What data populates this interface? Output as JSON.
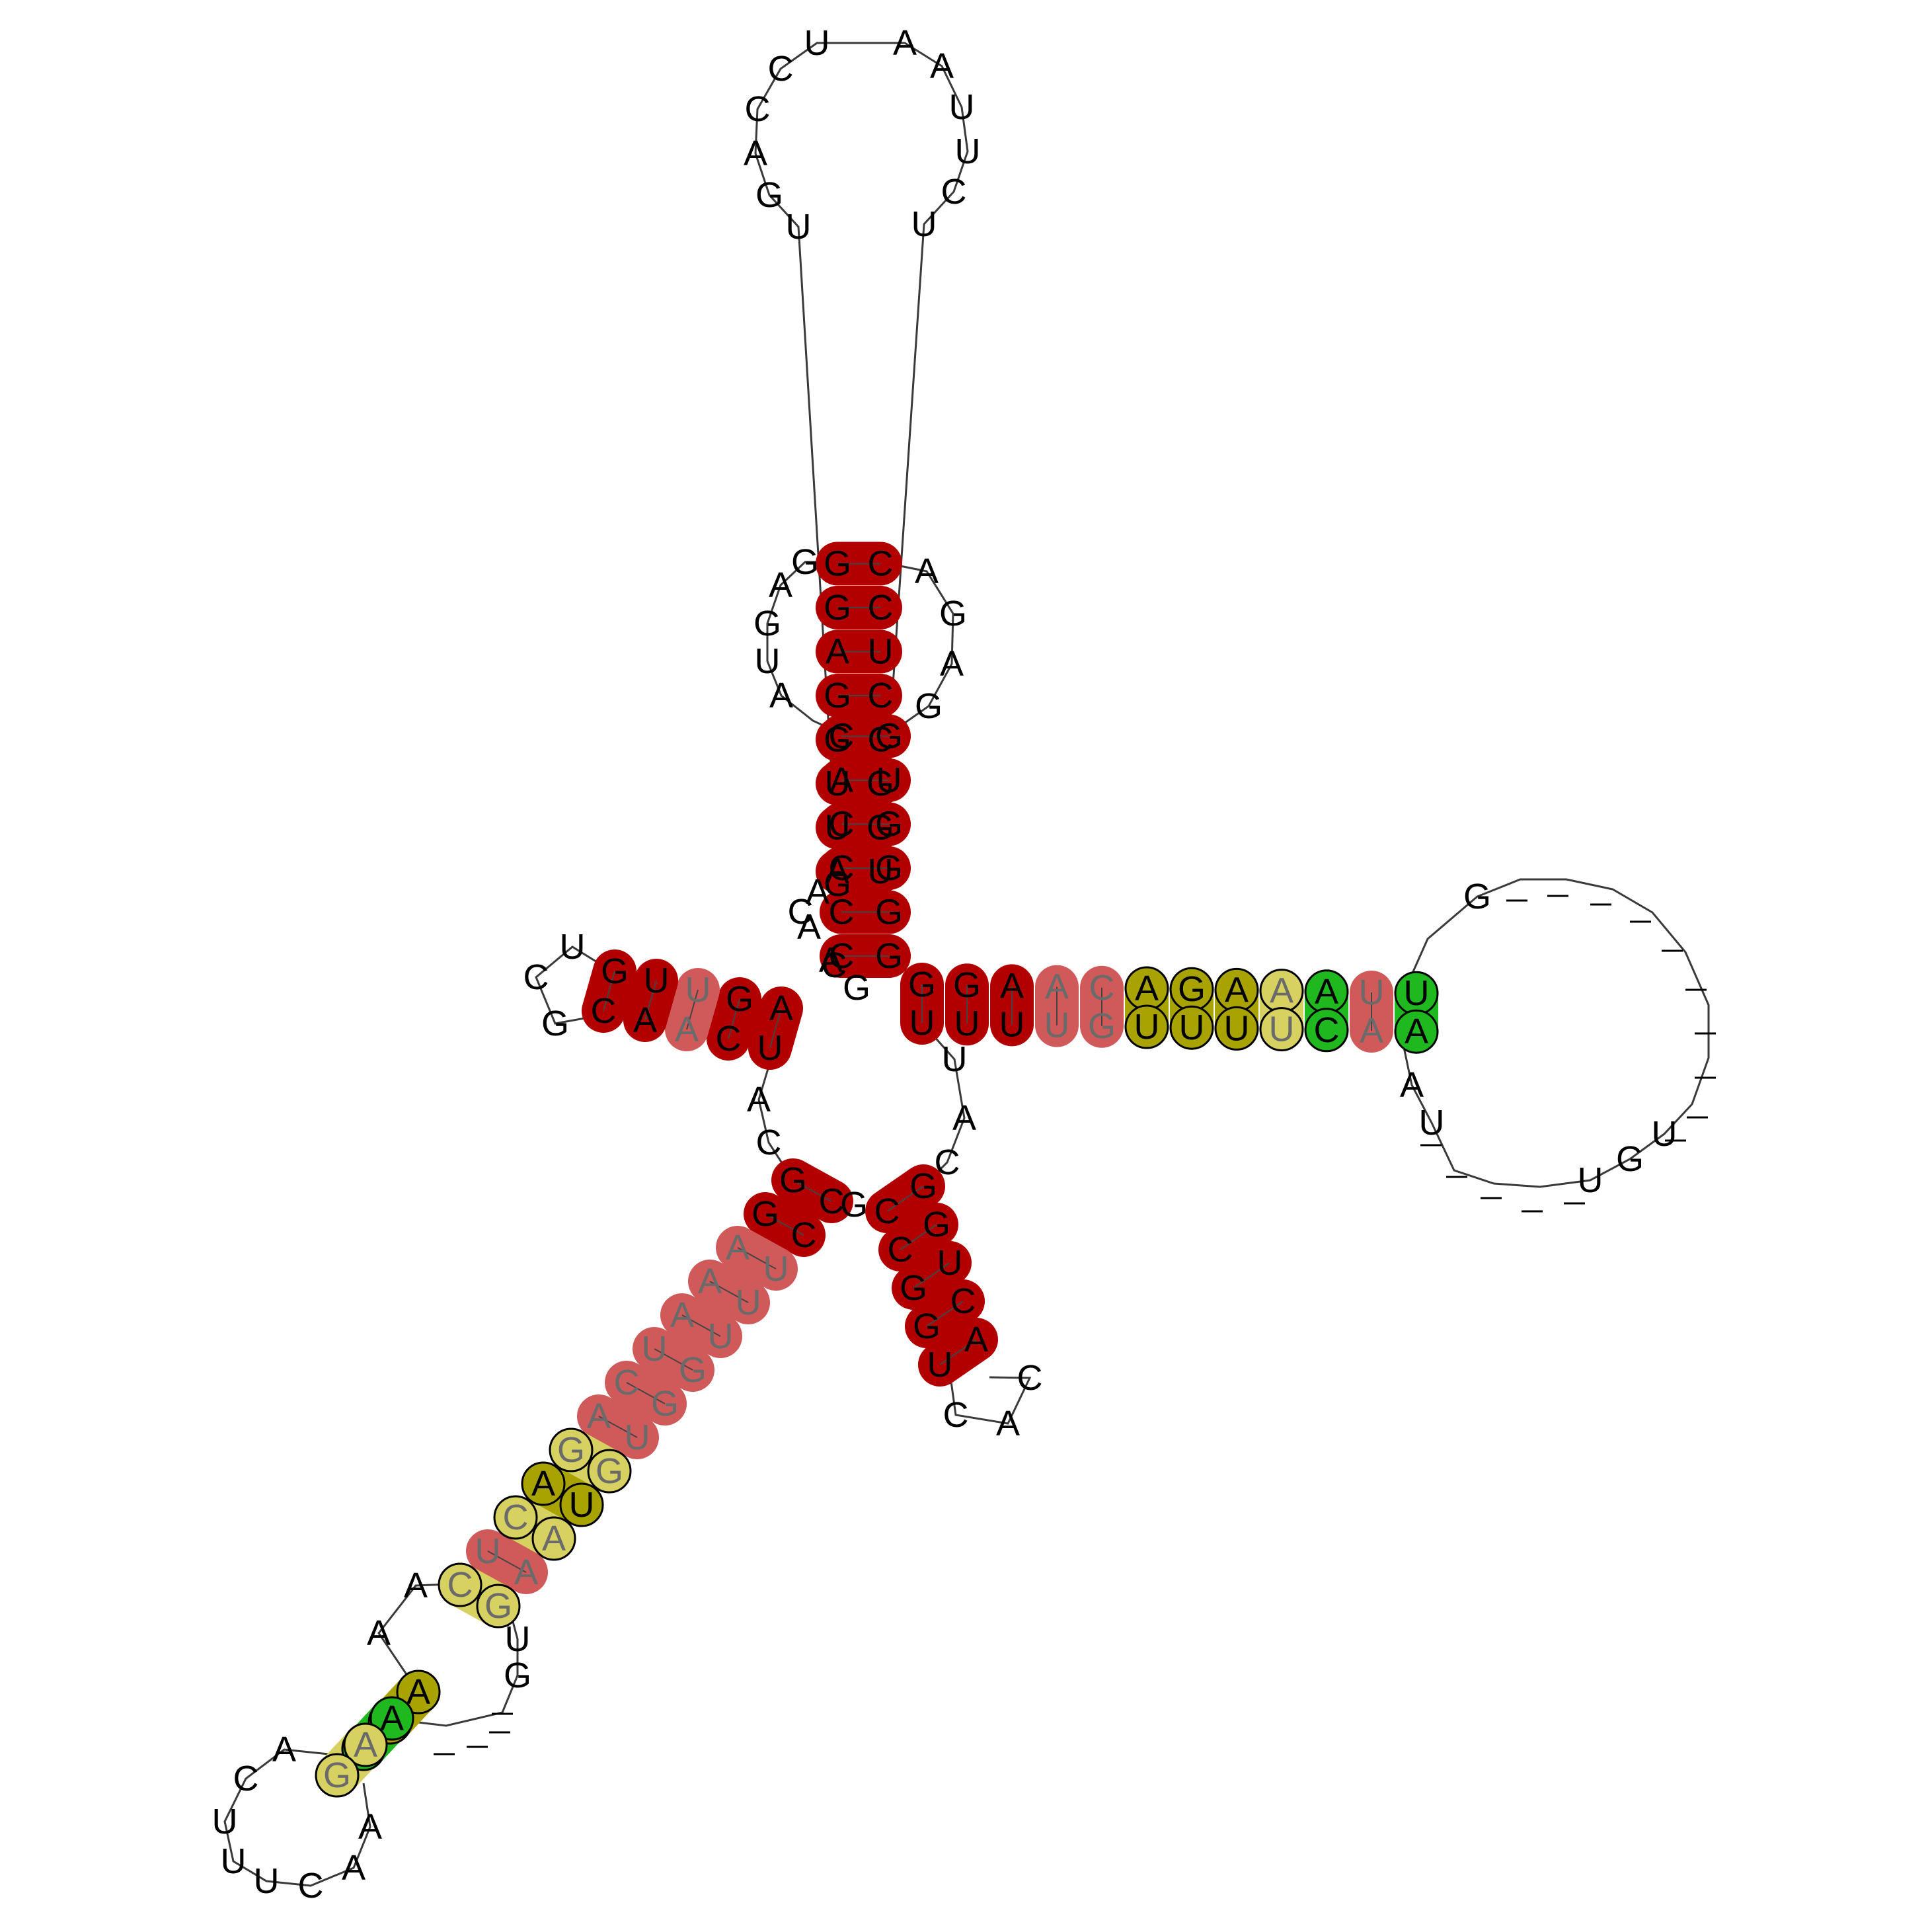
{
  "colors": {
    "dark_red": "#b20000",
    "light_red": "#d05a5a",
    "olive": "#a8a300",
    "light_olive": "#d6d160",
    "green": "#1fb81f",
    "white_line": "#ffffff",
    "backbone": "#3a3a3a",
    "letter": "#000000",
    "faded_letter": "#6a6a6a"
  },
  "structure": {
    "helices": [
      {
        "id": "top",
        "pairs": [
          [
            "A",
            "U"
          ],
          [
            "U",
            "G"
          ],
          [
            "U",
            "G"
          ],
          [
            "G",
            "C"
          ],
          [
            "G",
            "C"
          ],
          [
            "A",
            "U"
          ],
          [
            "G",
            "C"
          ],
          [
            "G",
            "C"
          ]
        ],
        "colors": [
          "dark_red",
          "dark_red",
          "dark_red",
          "dark_red",
          "dark_red",
          "dark_red",
          "dark_red",
          "dark_red"
        ]
      },
      {
        "id": "middle",
        "pairs": [
          [
            "C",
            "G"
          ],
          [
            "C",
            "G"
          ],
          [
            "C",
            "G"
          ],
          [
            "C",
            "G"
          ],
          [
            "A",
            "U"
          ],
          [
            "C",
            "G"
          ]
        ],
        "colors": [
          "dark_red",
          "dark_red",
          "dark_red",
          "dark_red",
          "dark_red",
          "dark_red"
        ]
      },
      {
        "id": "left",
        "pairs": [
          [
            "A",
            "U"
          ],
          [
            "G",
            "C"
          ],
          [
            "U",
            "A"
          ],
          [
            "U",
            "A"
          ],
          [
            "G",
            "C"
          ]
        ],
        "colors": [
          "dark_red",
          "dark_red",
          "light_red",
          "dark_red",
          "dark_red"
        ]
      },
      {
        "id": "right",
        "pairs": [
          [
            "G",
            "U"
          ],
          [
            "G",
            "U"
          ],
          [
            "A",
            "U"
          ],
          [
            "A",
            "U"
          ],
          [
            "C",
            "G"
          ],
          [
            "A",
            "U"
          ],
          [
            "G",
            "U"
          ],
          [
            "A",
            "U"
          ],
          [
            "A",
            "U"
          ],
          [
            "A",
            "C"
          ],
          [
            "U",
            "A"
          ],
          [
            "U",
            "A"
          ]
        ],
        "colors": [
          "dark_red",
          "dark_red",
          "dark_red",
          "light_red",
          "light_red",
          "olive",
          "olive",
          "olive",
          "light_olive",
          "green",
          "light_red",
          "green"
        ]
      },
      {
        "id": "bottom_right",
        "pairs": [
          [
            "G",
            "C"
          ],
          [
            "G",
            "C"
          ],
          [
            "U",
            "G"
          ],
          [
            "C",
            "G"
          ],
          [
            "A",
            "U"
          ]
        ],
        "colors": [
          "dark_red",
          "dark_red",
          "dark_red",
          "dark_red",
          "dark_red"
        ]
      },
      {
        "id": "bottom_left",
        "pairs": [
          [
            "G",
            "C"
          ],
          [
            "G",
            "C"
          ],
          [
            "A",
            "U"
          ],
          [
            "A",
            "U"
          ],
          [
            "A",
            "U"
          ],
          [
            "U",
            "G"
          ],
          [
            "C",
            "G"
          ],
          [
            "A",
            "U"
          ],
          [
            "G",
            "G"
          ],
          [
            "A",
            "U"
          ],
          [
            "C",
            "A"
          ],
          [
            "U",
            "A"
          ],
          [
            "C",
            "G"
          ]
        ],
        "colors": [
          "dark_red",
          "dark_red",
          "light_red",
          "light_red",
          "light_red",
          "light_red",
          "light_red",
          "light_red",
          "light_olive",
          "olive",
          "light_olive",
          "light_red",
          "light_olive"
        ]
      },
      {
        "id": "far_left",
        "pairs": [
          [
            "A",
            "U"
          ],
          [
            "A",
            "A"
          ],
          [
            "A",
            "G"
          ]
        ],
        "colors": [
          "olive",
          "green",
          "light_olive"
        ]
      }
    ],
    "loops": [
      {
        "id": "top_loop",
        "bases": [
          "U",
          "G",
          "A",
          "C",
          "C",
          "U",
          "A",
          "A",
          "U",
          "U",
          "C",
          "U"
        ]
      },
      {
        "id": "upper_interior_left",
        "bases": [
          "G",
          "A",
          "G",
          "U",
          "A"
        ]
      },
      {
        "id": "upper_interior_right",
        "bases": [
          "A",
          "G",
          "A",
          "G"
        ]
      },
      {
        "id": "left_hairpin",
        "bases": [
          "U",
          "C",
          "G"
        ]
      },
      {
        "id": "junction_small",
        "bases": [
          "C",
          "A",
          "G",
          "A",
          "C",
          "G",
          "A"
        ]
      },
      {
        "id": "junction_right",
        "bases": [
          "U",
          "A",
          "C"
        ]
      },
      {
        "id": "junction_left",
        "bases": [
          "A",
          "C"
        ]
      },
      {
        "id": "junction_bottom",
        "bases": [
          "G"
        ]
      },
      {
        "id": "right_hairpin",
        "bases": [
          "G",
          "A",
          "U",
          "U",
          "G",
          "U"
        ],
        "gaps": 15
      },
      {
        "id": "bottom_right_hairpin",
        "bases": [
          "C",
          "A",
          "C"
        ]
      },
      {
        "id": "bottom_left_interior",
        "bases": [
          "A",
          "A",
          "U",
          "G"
        ],
        "gaps": 4
      },
      {
        "id": "far_left_hairpin",
        "bases": [
          "A",
          "C",
          "U",
          "U",
          "U",
          "C",
          "A",
          "A"
        ]
      }
    ]
  }
}
